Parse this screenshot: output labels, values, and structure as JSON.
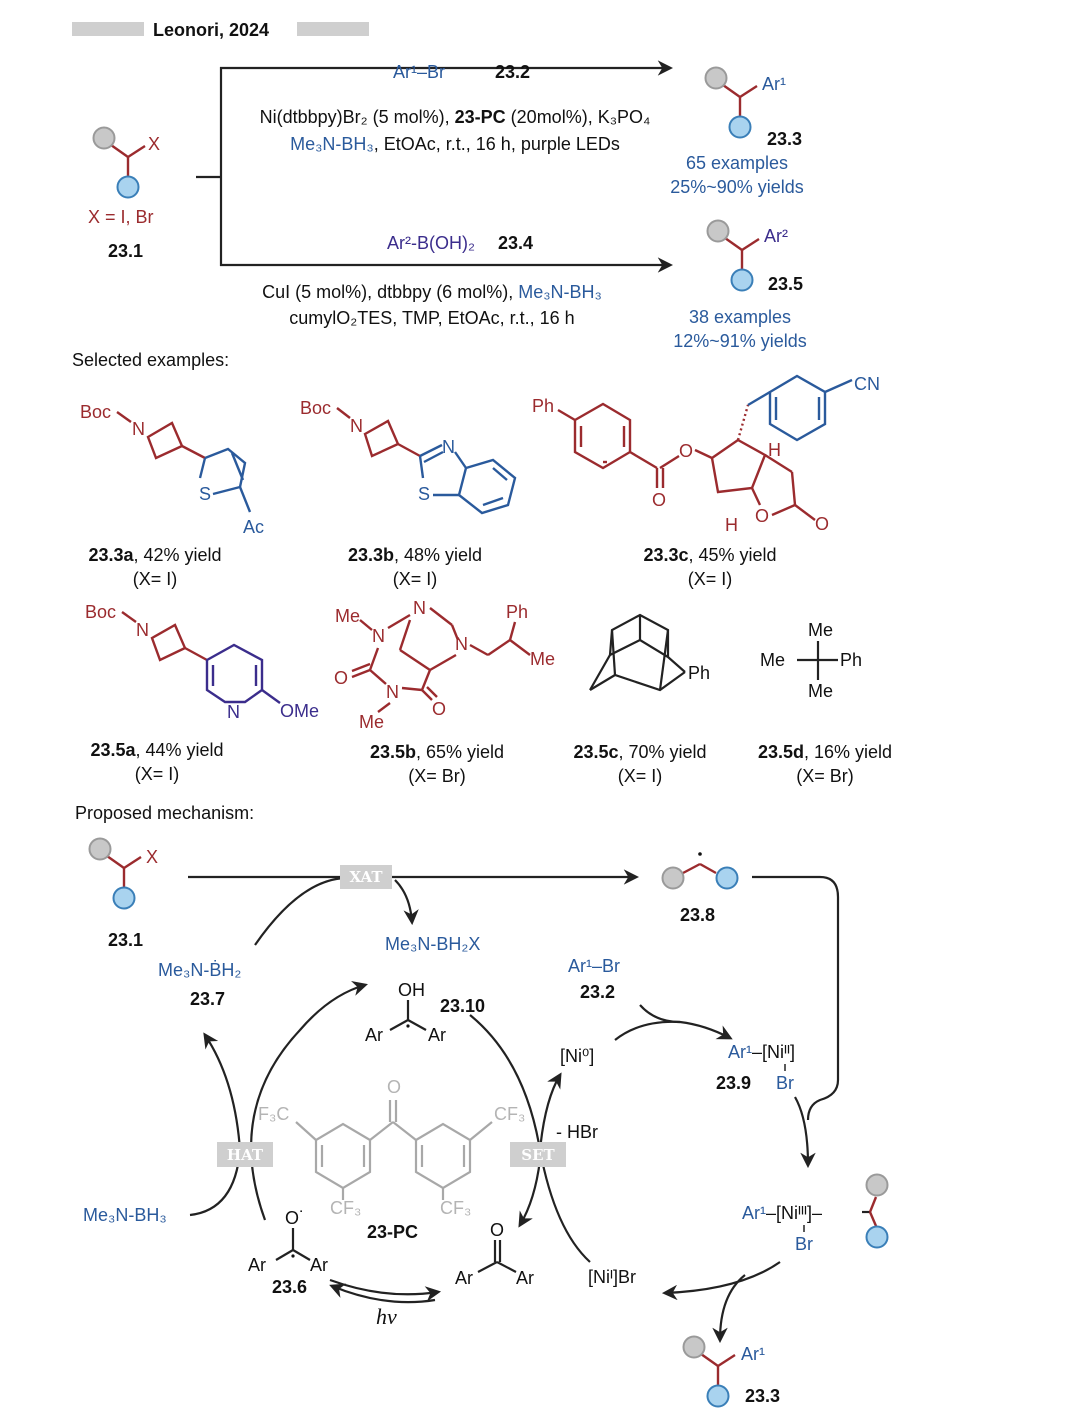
{
  "header": {
    "title": "Leonori, 2024"
  },
  "scheme": {
    "substrate": {
      "x_label": "X",
      "x_def": "X = I, Br",
      "id": "23.1"
    },
    "top": {
      "reagent": "Ar¹–Br",
      "reagent_id": "23.2",
      "cond1_a": "Ni(dtbbpy)Br₂ (5 mol%), ",
      "cond1_b": "23-PC",
      "cond1_c": " (20mol%), K₃PO₄",
      "cond2_a": "Me₃N-BH₃",
      "cond2_b": ", EtOAc, r.t., 16 h, purple LEDs",
      "product_ar": "Ar¹",
      "product_id": "23.3",
      "examples": "65 examples",
      "yields": "25%~90% yields"
    },
    "bottom": {
      "reagent": "Ar²-B(OH)₂",
      "reagent_id": "23.4",
      "cond1_a": "CuI (5 mol%), dtbbpy (6 mol%), ",
      "cond1_b": "Me₃N-BH₃",
      "cond2": "cumylO₂TES, TMP, EtOAc, r.t., 16 h",
      "product_ar": "Ar²",
      "product_id": "23.5",
      "examples": "38 examples",
      "yields": "12%~91% yields"
    }
  },
  "selected": {
    "heading": "Selected examples:",
    "items": [
      {
        "id": "23.3a",
        "yield": ", 42% yield",
        "x": "(X= I)",
        "atoms": [
          "Boc",
          "N",
          "S",
          "Ac"
        ]
      },
      {
        "id": "23.3b",
        "yield": ", 48% yield",
        "x": "(X= I)",
        "atoms": [
          "Boc",
          "N",
          "N",
          "S"
        ]
      },
      {
        "id": "23.3c",
        "yield": ", 45% yield",
        "x": "(X= I)",
        "atoms": [
          "Ph",
          "O",
          "O",
          "H",
          "H",
          "O",
          "O",
          "CN"
        ]
      },
      {
        "id": "23.5a",
        "yield": ", 44% yield",
        "x": "(X= I)",
        "atoms": [
          "Boc",
          "N",
          "N",
          "OMe"
        ]
      },
      {
        "id": "23.5b",
        "yield": ", 65% yield",
        "x": "(X= Br)",
        "atoms": [
          "Me",
          "N",
          "N",
          "N",
          "O",
          "N",
          "O",
          "Me",
          "Ph",
          "Me"
        ]
      },
      {
        "id": "23.5c",
        "yield": ", 70% yield",
        "x": "(X= I)",
        "atoms": [
          "Ph"
        ]
      },
      {
        "id": "23.5d",
        "yield": ", 16% yield",
        "x": "(X= Br)",
        "atoms": [
          "Me",
          "Me",
          "Ph",
          "Me"
        ]
      }
    ]
  },
  "mechanism": {
    "heading": "Proposed mechanism:",
    "sub_x": "X",
    "sub_id": "23.1",
    "xat": "XAT",
    "hat": "HAT",
    "set": "SET",
    "boryl_x": "Me₃N-BH₂X",
    "radical_id": "23.8",
    "boryl_radical": "Me₃N-ḂH₂",
    "boryl_radical_id": "23.7",
    "borane": "Me₃N-BH₃",
    "arbr": "Ar¹–Br",
    "arbr_id": "23.2",
    "ni0": "[Ni⁰]",
    "ni2_a": "Ar¹",
    "ni2_b": "–[Niᴵᴵ]",
    "ni2_br": "Br",
    "ni2_id": "23.9",
    "ni3_a": "Ar¹",
    "ni3_b": "–[Niᴵᴵᴵ]–",
    "ni3_br": "Br",
    "ni1": "[Niᴵ]Br",
    "hbr": "- HBr",
    "ketyl_oh": "OH",
    "ketyl_ar1": "Ar",
    "ketyl_ar2": "Ar",
    "ketyl_id": "23.10",
    "pc_o": "O",
    "pc_cf3_1": "F₃C",
    "pc_cf3_2": "CF₃",
    "pc_cf3_3": "CF₃",
    "pc_cf3_4": "CF₃",
    "pc_id": "23-PC",
    "excited_o": "O˙",
    "excited_ar1": "Ar",
    "excited_ar2": "Ar",
    "excited_id": "23.6",
    "ketone_o": "O",
    "ketone_ar1": "Ar",
    "ketone_ar2": "Ar",
    "hv": "hν",
    "product_ar": "Ar¹",
    "product_id": "23.3"
  },
  "colors": {
    "red": "#9b2b2e",
    "blue": "#2a5a9c",
    "purple": "#3b2d8c",
    "gray_circle": "#c8c8c8",
    "blue_circle": "#a9d3ef"
  }
}
